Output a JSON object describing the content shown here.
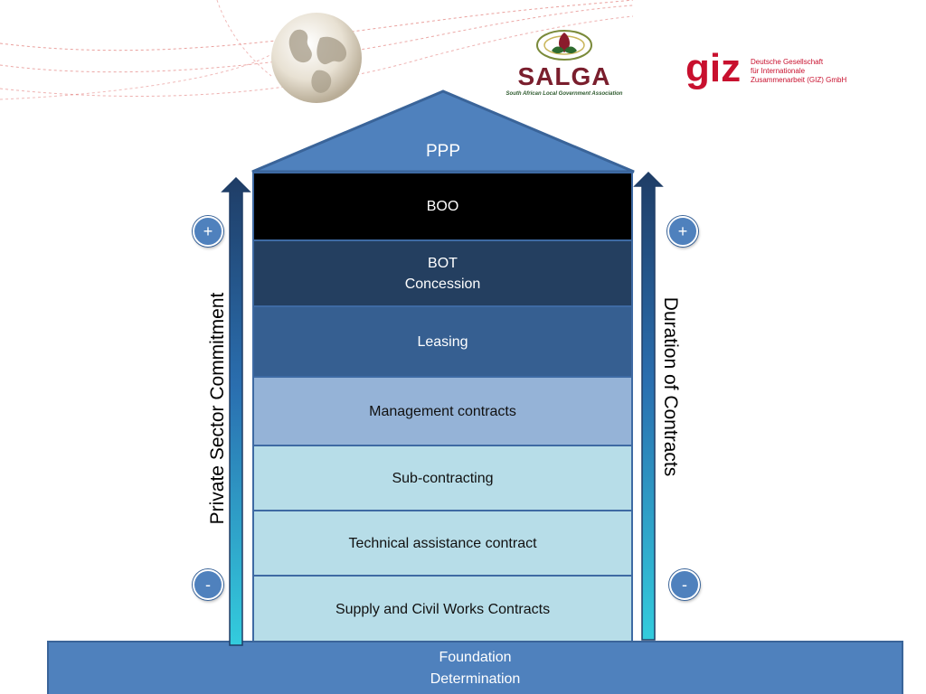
{
  "header": {
    "salga_logo": {
      "name": "SALGA",
      "subtitle": "South African Local Government Association"
    },
    "giz_logo": {
      "name": "giz",
      "lines": [
        "Deutsche Gesellschaft",
        "für Internationale",
        "Zusammenarbeit (GIZ) GmbH"
      ]
    }
  },
  "diagram": {
    "roof_label": "PPP",
    "layers": [
      {
        "lines": [
          "BOO"
        ],
        "color": "#000000"
      },
      {
        "lines": [
          "BOT",
          "Concession"
        ],
        "color": "#243f60"
      },
      {
        "lines": [
          "Leasing"
        ],
        "color": "#365f91"
      },
      {
        "lines": [
          "Management contracts"
        ],
        "color": "#95b3d7"
      },
      {
        "lines": [
          "Sub-contracting"
        ],
        "color": "#b7dde8"
      },
      {
        "lines": [
          "Technical assistance contract"
        ],
        "color": "#b7dde8"
      },
      {
        "lines": [
          "Supply and Civil Works Contracts"
        ],
        "color": "#b7dde8"
      }
    ],
    "foundation": [
      "Foundation",
      "Determination"
    ],
    "left_axis": {
      "label": "Private Sector Commitment",
      "top_symbol": "+",
      "bottom_symbol": "-"
    },
    "right_axis": {
      "label": "Duration of Contracts",
      "top_symbol": "+",
      "bottom_symbol": "-"
    }
  },
  "colors": {
    "roof": "#4f81bd",
    "foundation": "#4f81bd",
    "arrow_top": "#1f3d66",
    "arrow_bottom": "#33ccdd",
    "salga_red": "#7a1e2d",
    "giz_red": "#c8102e"
  },
  "icons": [
    "globe-icon",
    "arrow-up-icon"
  ]
}
